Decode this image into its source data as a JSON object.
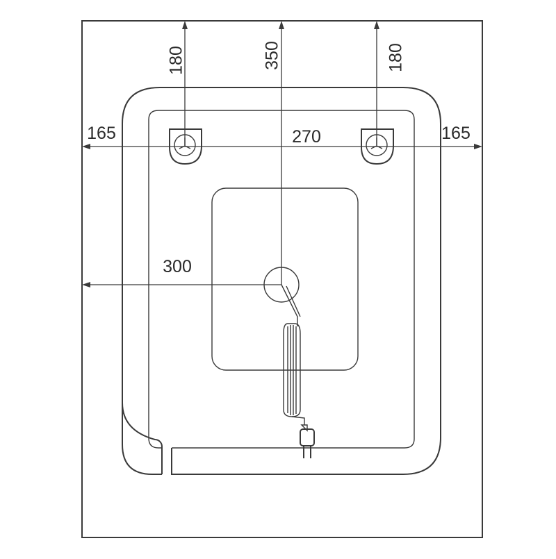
{
  "dimensions": {
    "left_hole_height": "180",
    "center_cable_height": "350",
    "right_hole_height": "180",
    "left_margin": "165",
    "hole_spacing": "270",
    "right_margin": "165",
    "cable_from_left": "300"
  },
  "colors": {
    "line": "#3a3a3a",
    "background": "#ffffff"
  }
}
